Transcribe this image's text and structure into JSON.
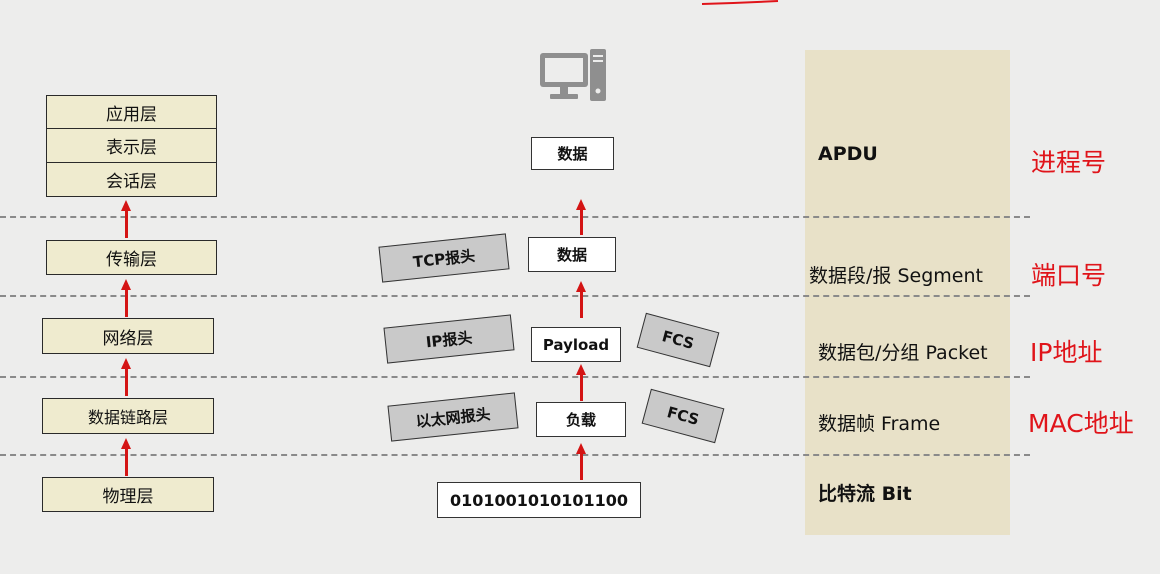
{
  "osi_layers": {
    "application": "应用层",
    "presentation": "表示层",
    "session": "会话层",
    "transport": "传输层",
    "network": "网络层",
    "datalink": "数据链路层",
    "physical": "物理层"
  },
  "encapsulation": {
    "app_data": "数据",
    "transport_header": "TCP报头",
    "transport_data": "数据",
    "network_header": "IP报头",
    "network_payload": "Payload",
    "network_trailer": "FCS",
    "datalink_header": "以太网报头",
    "datalink_payload": "负载",
    "datalink_trailer": "FCS",
    "bits": "0101001010101100"
  },
  "pdu_names": {
    "application": "APDU",
    "transport": "数据段/报 Segment",
    "network": "数据包/分组 Packet",
    "datalink": "数据帧 Frame",
    "physical": "比特流 Bit"
  },
  "addressing": {
    "application": "进程号",
    "transport": "端口号",
    "network": "IP地址",
    "datalink": "MAC地址"
  },
  "icons": [
    "computer-icon",
    "up-arrow-icon"
  ],
  "colors": {
    "background": "#ededec",
    "band": "#e8e1c8",
    "layer_fill": "#efebcf",
    "header_fill": "#c9c9c9",
    "arrow": "#d41414",
    "address_text": "#e0141a"
  }
}
